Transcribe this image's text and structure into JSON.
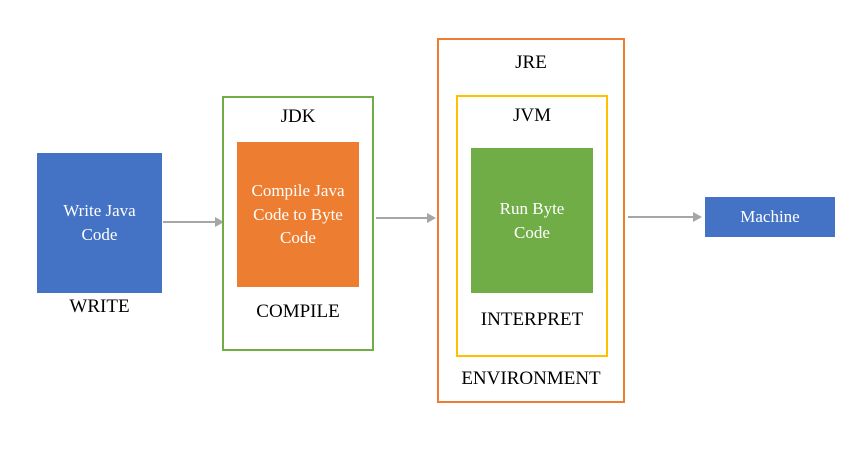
{
  "diagram": {
    "write": {
      "box_label": "Write Java Code",
      "caption": "WRITE"
    },
    "jdk": {
      "title": "JDK",
      "box_label": "Compile Java Code to Byte Code",
      "caption": "COMPILE"
    },
    "jre": {
      "title": "JRE",
      "caption": "ENVIRONMENT"
    },
    "jvm": {
      "title": "JVM",
      "box_label": "Run Byte Code",
      "caption": "INTERPRET"
    },
    "machine": {
      "box_label": "Machine"
    }
  },
  "colors": {
    "blue_fill": "#4472C4",
    "orange_fill": "#ED7D31",
    "green_fill": "#70AD47",
    "green_border": "#70AD47",
    "orange_border": "#ED7D31",
    "yellow_border": "#FFC000",
    "arrow_gray": "#A6A6A6",
    "text_on_fill": "#FFFFFF",
    "text_plain": "#000000"
  }
}
